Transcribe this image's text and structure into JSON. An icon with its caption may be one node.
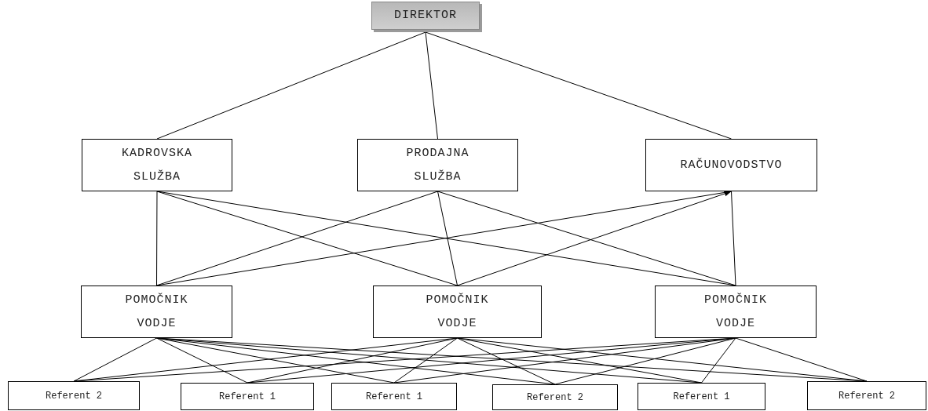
{
  "diagram": {
    "nodes": [
      {
        "text": [
          "DIREKTOR"
        ]
      },
      {
        "text": [
          "KADROVSKA SLUŽBA"
        ]
      },
      {
        "text": [
          "PRODAJNA SLUŽBA"
        ]
      },
      {
        "text": [
          "RAČUNOVODSTVO"
        ]
      },
      {
        "text": [
          "POMOČNIK VODJE"
        ]
      },
      {
        "text": [
          "POMOČNIK VODJE"
        ]
      },
      {
        "text": [
          "POMOČNIK VODJE"
        ]
      },
      {
        "text": [
          "Referent 2"
        ]
      },
      {
        "text": [
          "Referent 1"
        ]
      },
      {
        "text": [
          "Referent 1"
        ]
      },
      {
        "text": [
          "Referent 2"
        ]
      },
      {
        "text": [
          "Referent 1"
        ]
      },
      {
        "text": [
          "Referent 2"
        ]
      }
    ],
    "edges": [
      {
        "from": 0,
        "to": 1,
        "arrow": "none"
      },
      {
        "from": 0,
        "to": 2,
        "arrow": "none"
      },
      {
        "from": 0,
        "to": 3,
        "arrow": "none"
      },
      {
        "from": 1,
        "to": 4,
        "arrow": "none"
      },
      {
        "from": 1,
        "to": 5,
        "arrow": "none"
      },
      {
        "from": 1,
        "to": 6,
        "arrow": "none"
      },
      {
        "from": 2,
        "to": 4,
        "arrow": "none"
      },
      {
        "from": 2,
        "to": 5,
        "arrow": "none"
      },
      {
        "from": 2,
        "to": 6,
        "arrow": "none"
      },
      {
        "from": 4,
        "to": 3,
        "arrow": "none"
      },
      {
        "from": 5,
        "to": 3,
        "arrow": "to"
      },
      {
        "from": 6,
        "to": 3,
        "arrow": "none"
      },
      {
        "from": 4,
        "to": 7,
        "arrow": "none"
      },
      {
        "from": 4,
        "to": 8,
        "arrow": "none"
      },
      {
        "from": 4,
        "to": 9,
        "arrow": "none"
      },
      {
        "from": 4,
        "to": 10,
        "arrow": "none"
      },
      {
        "from": 4,
        "to": 11,
        "arrow": "none"
      },
      {
        "from": 4,
        "to": 12,
        "arrow": "none"
      },
      {
        "from": 5,
        "to": 7,
        "arrow": "none"
      },
      {
        "from": 5,
        "to": 8,
        "arrow": "none"
      },
      {
        "from": 5,
        "to": 9,
        "arrow": "none"
      },
      {
        "from": 5,
        "to": 10,
        "arrow": "none"
      },
      {
        "from": 5,
        "to": 11,
        "arrow": "none"
      },
      {
        "from": 5,
        "to": 12,
        "arrow": "none"
      },
      {
        "from": 6,
        "to": 7,
        "arrow": "none"
      },
      {
        "from": 6,
        "to": 8,
        "arrow": "none"
      },
      {
        "from": 6,
        "to": 9,
        "arrow": "none"
      },
      {
        "from": 6,
        "to": 10,
        "arrow": "none"
      },
      {
        "from": 6,
        "to": 11,
        "arrow": "none"
      },
      {
        "from": 6,
        "to": 12,
        "arrow": "none"
      }
    ]
  }
}
